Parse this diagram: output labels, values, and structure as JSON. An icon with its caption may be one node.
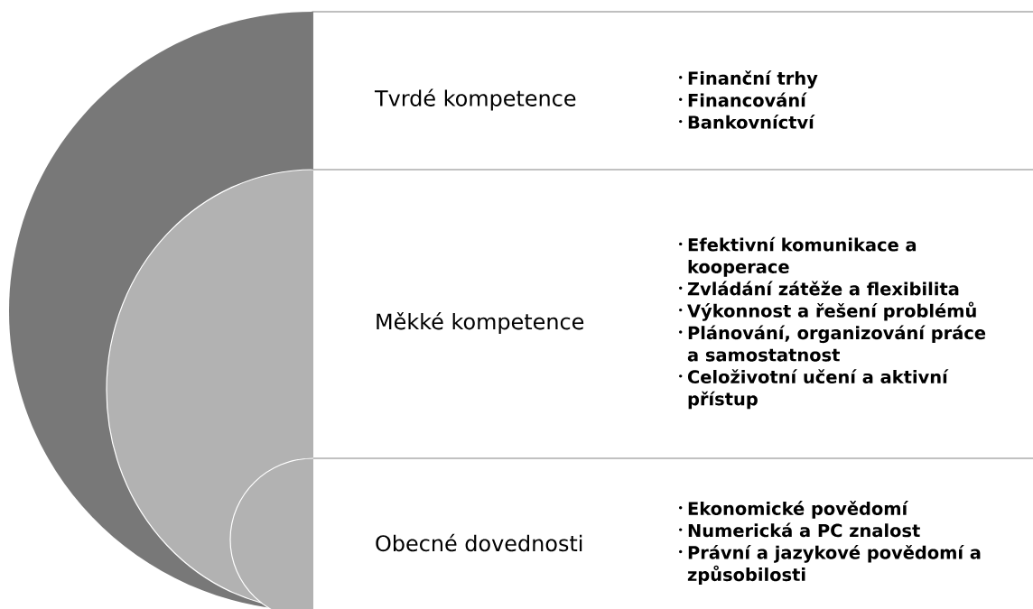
{
  "diagram": {
    "nodes": [
      {
        "text": [
          "Tvrdé kompetence",
          "Finanční trhy",
          "Financování",
          "Bankovníctví"
        ]
      },
      {
        "text": [
          "Měkké kompetence",
          "Efektivní komunikace a kooperace",
          "Zvládání zátěže a flexibilita",
          "Výkonnost a řešení problémů",
          "Plánování, organizování práce a samostatnost",
          "Celoživotní učení a aktivní přístup"
        ]
      },
      {
        "text": [
          "Obecné dovednosti",
          "Ekonomické povědomí",
          "Numerická a PC znalost",
          "Právní a jazykové povědomí a způsobilosti"
        ]
      }
    ]
  }
}
